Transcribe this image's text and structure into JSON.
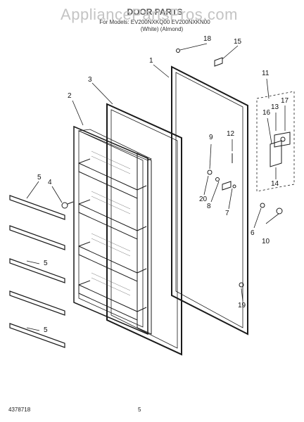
{
  "watermark": "AppliancePartsPros.com",
  "header": {
    "title": "DOOR PARTS",
    "models": "For Models: EV200NXKQ00 EV200NXKN00",
    "colors": "(White)      (Almond)"
  },
  "footer": {
    "doc_number": "4378718",
    "page_number": "5"
  },
  "callouts": [
    "1",
    "2",
    "3",
    "4",
    "5",
    "5",
    "5",
    "6",
    "7",
    "8",
    "9",
    "10",
    "11",
    "12",
    "13",
    "14",
    "15",
    "16",
    "17",
    "18",
    "19",
    "20"
  ],
  "colors": {
    "line": "#1a1a1a",
    "watermark": "#c4c4c4"
  }
}
